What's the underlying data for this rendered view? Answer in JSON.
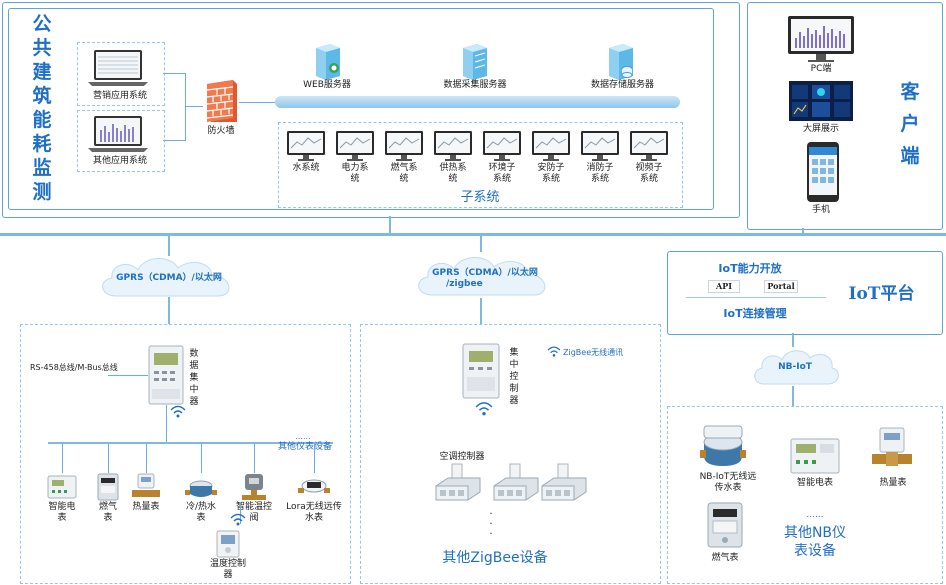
{
  "top_left": {
    "title_chars": [
      "公",
      "共",
      "建",
      "筑",
      "能",
      "耗",
      "监",
      "测"
    ],
    "apps": [
      "营销应用系统",
      "其他应用系统"
    ],
    "firewall": "防火墙",
    "servers": [
      "WEB服务器",
      "数据采集服务器",
      "数据存储服务器"
    ],
    "subsystems": [
      {
        "line1": "水系统",
        "line2": ""
      },
      {
        "line1": "电力系",
        "line2": "统"
      },
      {
        "line1": "燃气系",
        "line2": "统"
      },
      {
        "line1": "供热系",
        "line2": "统"
      },
      {
        "line1": "环境子",
        "line2": "系统"
      },
      {
        "line1": "安防子",
        "line2": "系统"
      },
      {
        "line1": "消防子",
        "line2": "系统"
      },
      {
        "line1": "视频子",
        "line2": "系统"
      }
    ],
    "subsystem_group": "子系统"
  },
  "client": {
    "title_chars": [
      "客",
      "户",
      "端"
    ],
    "items": [
      "PC端",
      "大屏展示",
      "手机"
    ]
  },
  "networks": {
    "left": "GPRS（CDMA）/以太网",
    "middle_line1": "GPRS（CDMA）/以太网",
    "middle_line2": "/zigbee",
    "nbiot": "NB-IoT"
  },
  "iot": {
    "ability": "IoT能力开放",
    "api": "API",
    "portal": "Portal",
    "connect": "IoT连接管理",
    "title": "IoT平台"
  },
  "left_panel": {
    "bus_label": "RS-458总线/M-Bus总线",
    "concentrator": [
      "数",
      "据",
      "集",
      "中",
      "器"
    ],
    "dots": "......",
    "other": "其他仪表设备",
    "devices": [
      {
        "line1": "智能电",
        "line2": "表"
      },
      {
        "line1": "燃气",
        "line2": "表"
      },
      {
        "line1": "热量表",
        "line2": ""
      },
      {
        "line1": "冷/热水",
        "line2": "表"
      },
      {
        "line1": "智能温控",
        "line2": "阀"
      },
      {
        "line1": "Lora无线远传",
        "line2": "水表"
      }
    ],
    "temp_controller": [
      "温度控制",
      "器"
    ]
  },
  "middle_panel": {
    "controller": [
      "集",
      "中",
      "控",
      "制",
      "器"
    ],
    "zigbee": "ZigBee无线通讯",
    "ac": "空调控制器",
    "other": "其他ZigBee设备"
  },
  "right_panel": {
    "devices": [
      {
        "line1": "NB-IoT无线远",
        "line2": "传水表"
      },
      {
        "line1": "智能电表",
        "line2": ""
      },
      {
        "line1": "热量表",
        "line2": ""
      },
      {
        "line1": "燃气表",
        "line2": ""
      }
    ],
    "dots": "......",
    "other_line1": "其他NB仪",
    "other_line2": "表设备"
  },
  "colors": {
    "accent": "#1f6fc4",
    "line": "#7fb9e0",
    "frame": "#5aa6d6"
  }
}
